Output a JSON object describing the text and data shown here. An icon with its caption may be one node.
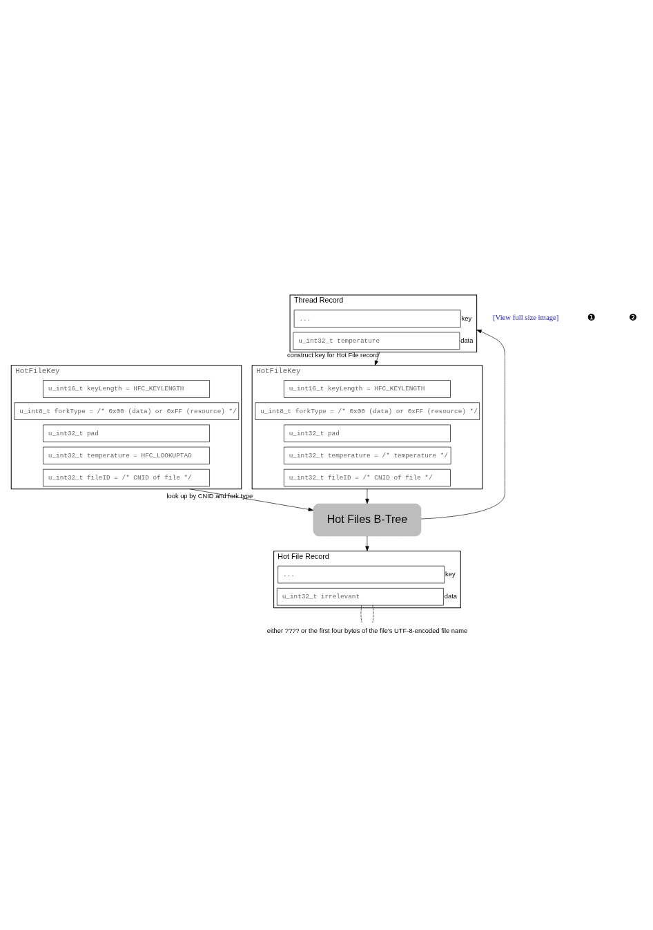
{
  "diagram": {
    "nodes": [
      {
        "text": [
          "HotFileKey"
        ]
      },
      {
        "text": [
          "u_int16_t keyLength = HFC_KEYLENGTH"
        ],
        "in": 0
      },
      {
        "text": [
          "u_int8_t forkType = /* 0x00 (data) or 0xFF (resource) */"
        ],
        "in": 0
      },
      {
        "text": [
          "u_int32_t pad"
        ],
        "in": 0
      },
      {
        "text": [
          "u_int32_t temperature = HFC_LOOKUPTAG"
        ],
        "in": 0
      },
      {
        "text": [
          "u_int32_t fileID = /* CNID of file */"
        ],
        "in": 0
      },
      {
        "text": [
          "Hot Files B-Tree"
        ]
      },
      {
        "text": [
          "Thread Record"
        ]
      },
      {
        "text": [
          "..."
        ],
        "in": 7,
        "beside": [
          "key"
        ]
      },
      {
        "text": [
          "u_int32_t temperature"
        ],
        "in": 7,
        "beside": [
          "data"
        ]
      },
      {
        "text": [
          "HotFileKey"
        ]
      },
      {
        "text": [
          "u_int16_t keyLength = HFC_KEYLENGTH"
        ],
        "in": 10
      },
      {
        "text": [
          "u_int8_t forkType = /* 0x00 (data) or 0xFF (resource) */"
        ],
        "in": 10
      },
      {
        "text": [
          "u_int32_t pad"
        ],
        "in": 10
      },
      {
        "text": [
          "u_int32_t temperature = /* temperature */"
        ],
        "in": 10
      },
      {
        "text": [
          "u_int32_t fileID = /* CNID of file */"
        ],
        "in": 10
      },
      {
        "text": [
          "Hot File Record"
        ]
      },
      {
        "text": [
          "..."
        ],
        "in": 16,
        "beside": [
          "key"
        ]
      },
      {
        "text": [
          "u_int32_t irrelevant"
        ],
        "in": 16,
        "beside": [
          "data"
        ]
      },
      {
        "text": [
          "either ???? or the first four bytes of the file's UTF-8-encoded file name"
        ]
      }
    ],
    "edges": [
      {
        "from": 0,
        "to": 6,
        "arrow": "to",
        "label": "look up by CNID and fork type"
      },
      {
        "from": 6,
        "to": 7,
        "arrow": "to"
      },
      {
        "from": 7,
        "to": 10,
        "arrow": "to",
        "label": "construct key for Hot File record"
      },
      {
        "from": 10,
        "to": 6,
        "arrow": "to"
      },
      {
        "from": 6,
        "to": 16,
        "arrow": "to"
      },
      {
        "from": 18,
        "to": 19,
        "arrow": "none",
        "style": "dashed"
      },
      {
        "from": 18,
        "to": 19,
        "arrow": "none",
        "style": "dashed"
      }
    ],
    "labels": [
      "[View full size image]",
      "❶",
      "❷"
    ]
  }
}
